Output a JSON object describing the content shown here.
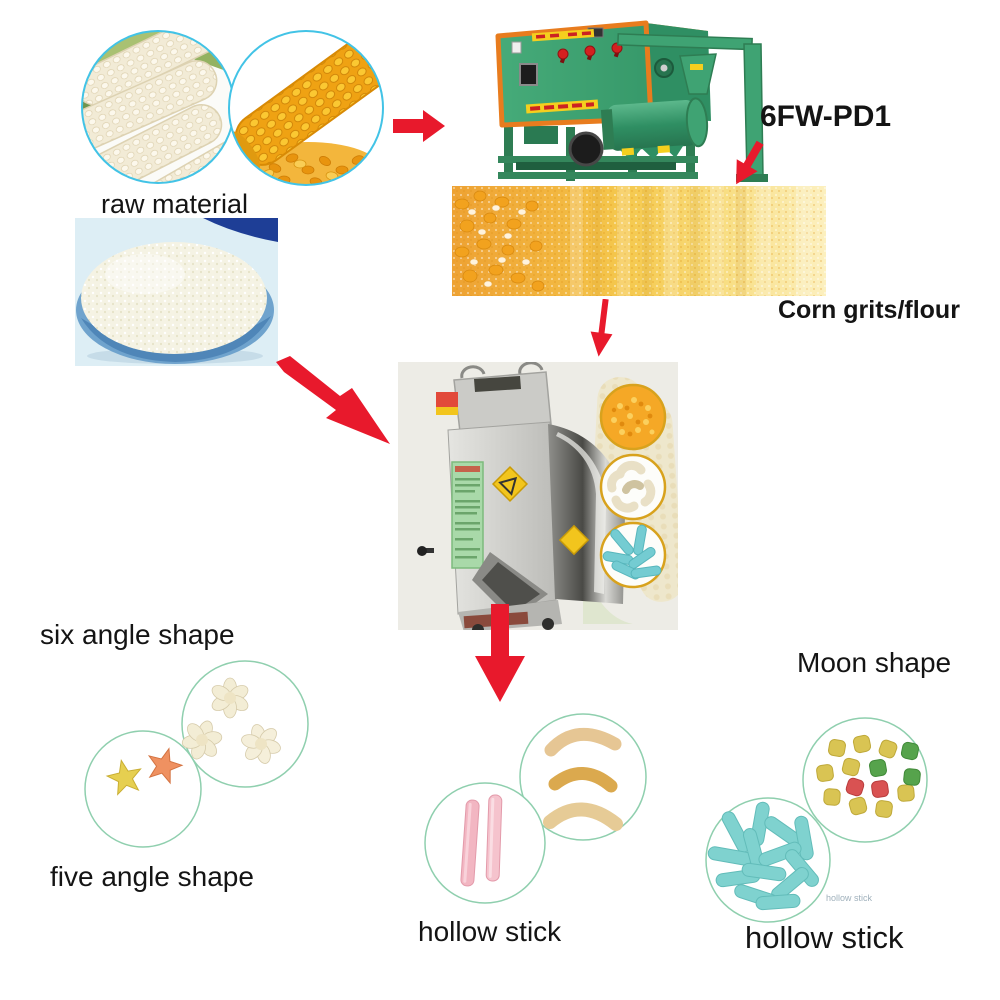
{
  "diagram": {
    "raw_material_label": "raw material",
    "mill_model": "6FW-PD1",
    "intermediate_label": "Corn grits/flour",
    "six_angle_label": "six angle shape",
    "five_angle_label": "five angle shape",
    "moon_label": "Moon shape",
    "hollow_stick_center_label": "hollow stick",
    "hollow_stick_right_label": "hollow stick",
    "watermark_text": "hollow stick"
  },
  "icons": {
    "arrow_right": "solid red right arrow",
    "arrow_down_tilted": "small red arrow pointing down-right",
    "arrow_down": "red down arrow",
    "arrow_lightning": "large jagged red arrow pointing down-right",
    "arrow_big_down": "large red down arrow"
  },
  "images": {
    "white_corn_photo": "white corn cobs in cyan circle",
    "yellow_corn_photo": "yellow corn cob with kernels in cyan circle",
    "mill_machine_photo": "green 6FW-PD1 corn mill machine with orange trim",
    "grits_band_photo": "corn grits to flour gradient strip",
    "grits_bowl_photo": "blue bowl of white grits",
    "extruder_machine_photo": "stainless steel puffed snack extruder",
    "grits_circle": "corn grits sample circle",
    "curl_circle": "white puffed curls sample circle",
    "blue_stick_circle": "blue puffed sticks sample circle",
    "six_angle_photo": "three cream six-petal puffs",
    "five_angle_photo": "yellow and orange star puffs",
    "curl_snacks_photo": "three golden crescent puffs",
    "pink_sticks_photo": "two pink hollow sticks",
    "pellet_photo": "colored square pellets",
    "blue_sticks_photo": "pile of light blue hollow sticks"
  },
  "colors": {
    "arrow_red": "#e8192c",
    "text": "#141414",
    "cyan_ring": "#42c3e6",
    "green_ring": "#8fcfae",
    "gold_ring": "#d8a21d",
    "machine_green": "#3fa373",
    "machine_orange": "#e87c1e",
    "grits_orange": "#efa233",
    "grits_pale": "#fcf0bf",
    "steel_gray": "#c9c9c5"
  }
}
